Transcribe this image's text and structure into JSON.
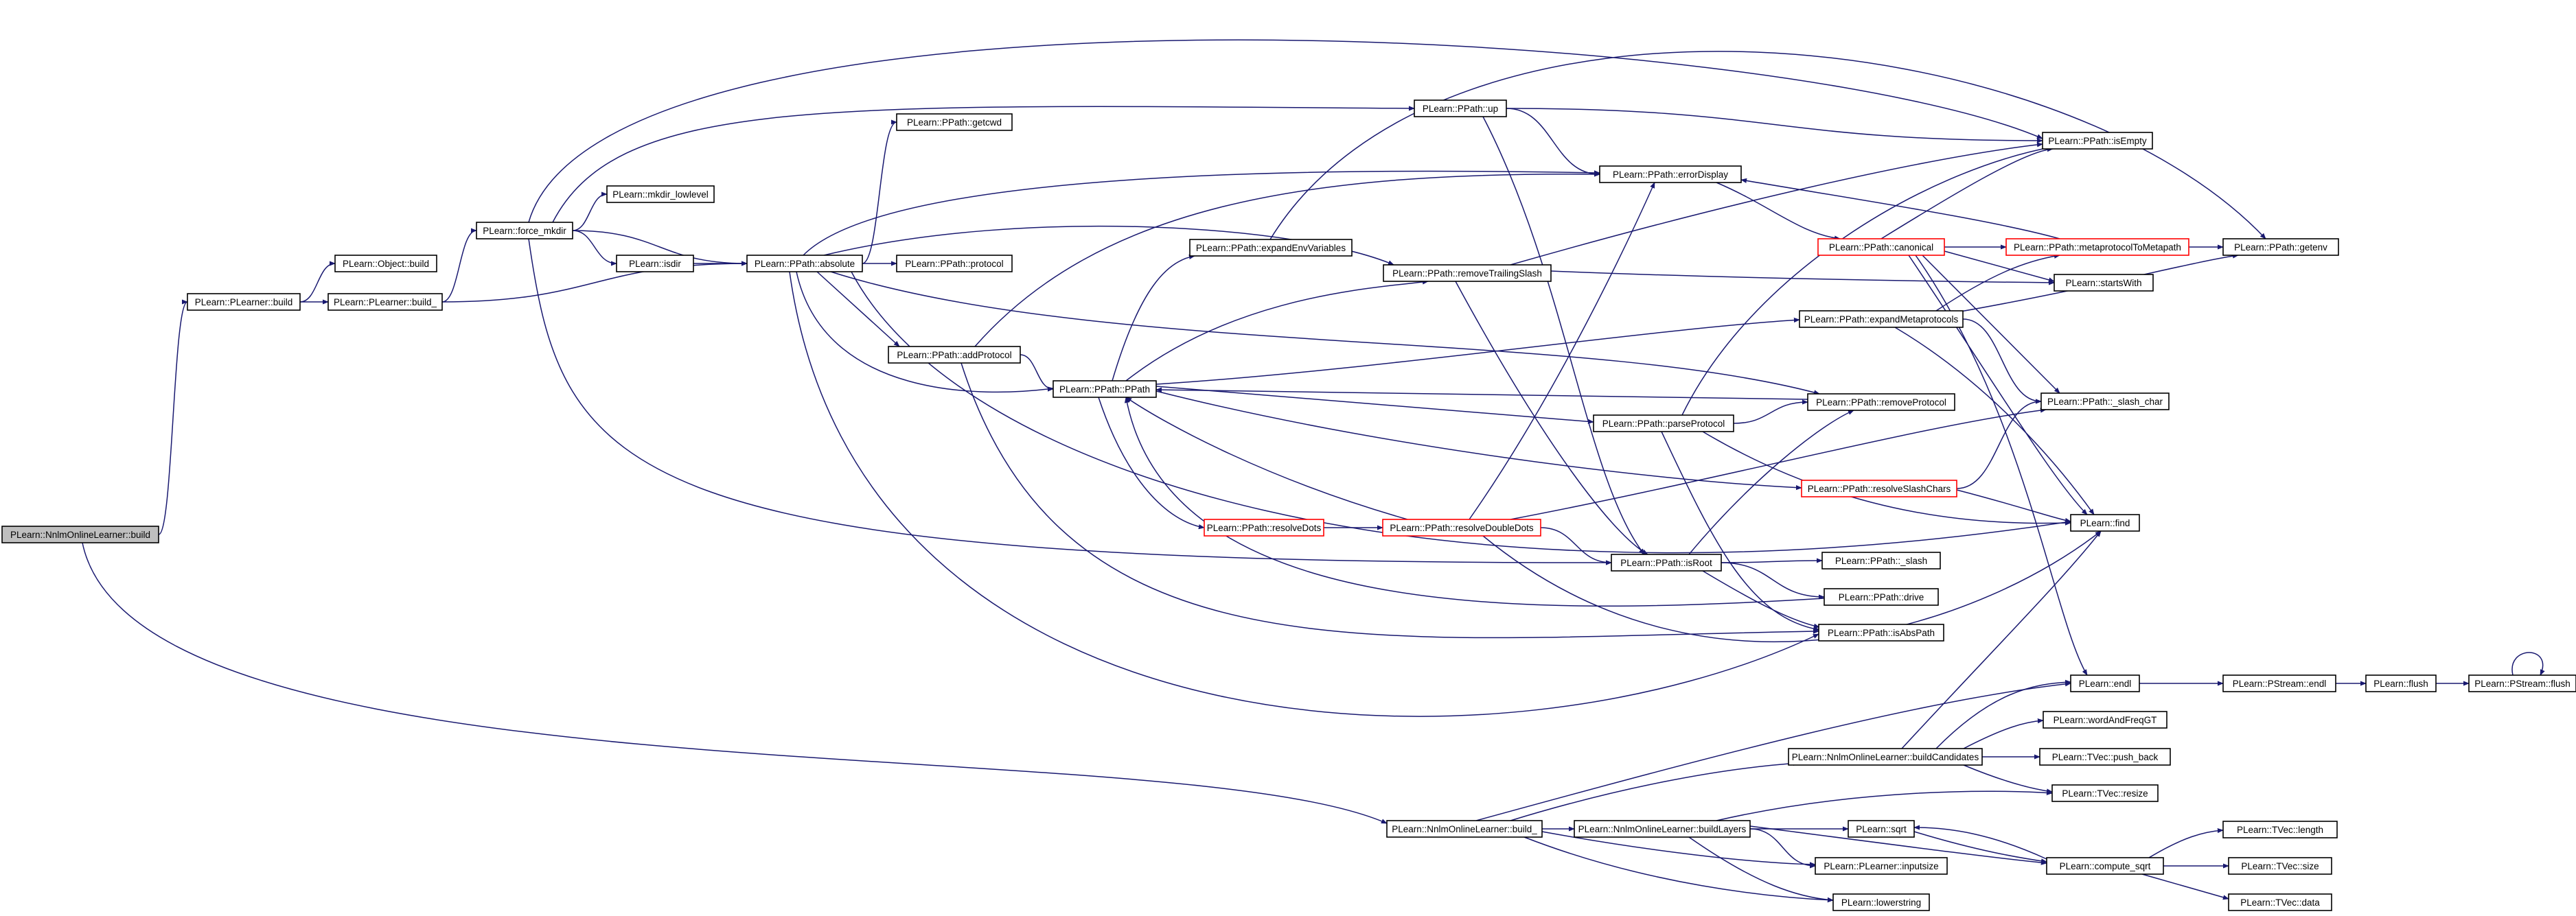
{
  "diagram": {
    "type": "call-graph",
    "colors": {
      "edge": "#191970",
      "node_border": "#000000",
      "truncated_border": "#ff0000",
      "root_fill": "#bfbfbf",
      "background": "#ffffff"
    },
    "nodes": [
      {
        "id": "nnlm_build",
        "label": "PLearn::NnlmOnlineLearner::build",
        "root": true
      },
      {
        "id": "plearner_build",
        "label": "PLearn::PLearner::build"
      },
      {
        "id": "object_build",
        "label": "PLearn::Object::build"
      },
      {
        "id": "plearner_build_",
        "label": "PLearn::PLearner::build_"
      },
      {
        "id": "force_mkdir",
        "label": "PLearn::force_mkdir"
      },
      {
        "id": "mkdir_lowlevel",
        "label": "PLearn::mkdir_lowlevel"
      },
      {
        "id": "isdir",
        "label": "PLearn::isdir"
      },
      {
        "id": "absolute",
        "label": "PLearn::PPath::absolute"
      },
      {
        "id": "getcwd",
        "label": "PLearn::PPath::getcwd"
      },
      {
        "id": "protocol",
        "label": "PLearn::PPath::protocol"
      },
      {
        "id": "addProtocol",
        "label": "PLearn::PPath::addProtocol"
      },
      {
        "id": "ppath_ctor",
        "label": "PLearn::PPath::PPath"
      },
      {
        "id": "expandEnvVariables",
        "label": "PLearn::PPath::expandEnvVariables"
      },
      {
        "id": "up",
        "label": "PLearn::PPath::up"
      },
      {
        "id": "errorDisplay",
        "label": "PLearn::PPath::errorDisplay"
      },
      {
        "id": "removeTrailingSlash",
        "label": "PLearn::PPath::removeTrailingSlash"
      },
      {
        "id": "parseProtocol",
        "label": "PLearn::PPath::parseProtocol"
      },
      {
        "id": "resolveDots",
        "label": "PLearn::PPath::resolveDots",
        "truncated": true
      },
      {
        "id": "resolveDoubleDots",
        "label": "PLearn::PPath::resolveDoubleDots",
        "truncated": true
      },
      {
        "id": "isRoot",
        "label": "PLearn::PPath::isRoot"
      },
      {
        "id": "isEmpty",
        "label": "PLearn::PPath::isEmpty"
      },
      {
        "id": "canonical",
        "label": "PLearn::PPath::canonical",
        "truncated": true
      },
      {
        "id": "expandMetaprotocols",
        "label": "PLearn::PPath::expandMetaprotocols"
      },
      {
        "id": "removeProtocol",
        "label": "PLearn::PPath::removeProtocol"
      },
      {
        "id": "resolveSlashChars",
        "label": "PLearn::PPath::resolveSlashChars",
        "truncated": true
      },
      {
        "id": "slash",
        "label": "PLearn::PPath::_slash"
      },
      {
        "id": "drive",
        "label": "PLearn::PPath::drive"
      },
      {
        "id": "isAbsPath",
        "label": "PLearn::PPath::isAbsPath"
      },
      {
        "id": "metaprotocolToMetapath",
        "label": "PLearn::PPath::metaprotocolToMetapath",
        "truncated": true
      },
      {
        "id": "getenv",
        "label": "PLearn::PPath::getenv"
      },
      {
        "id": "startsWith",
        "label": "PLearn::startsWith"
      },
      {
        "id": "slash_char",
        "label": "PLearn::PPath::_slash_char"
      },
      {
        "id": "find",
        "label": "PLearn::find"
      },
      {
        "id": "endl",
        "label": "PLearn::endl"
      },
      {
        "id": "pstream_endl",
        "label": "PLearn::PStream::endl"
      },
      {
        "id": "flush",
        "label": "PLearn::flush"
      },
      {
        "id": "pstream_flush",
        "label": "PLearn::PStream::flush"
      },
      {
        "id": "wordAndFreqGT",
        "label": "PLearn::wordAndFreqGT"
      },
      {
        "id": "buildCandidates",
        "label": "PLearn::NnlmOnlineLearner::buildCandidates"
      },
      {
        "id": "push_back",
        "label": "PLearn::TVec::push_back"
      },
      {
        "id": "resize",
        "label": "PLearn::TVec::resize"
      },
      {
        "id": "nnlm_build_",
        "label": "PLearn::NnlmOnlineLearner::build_"
      },
      {
        "id": "buildLayers",
        "label": "PLearn::NnlmOnlineLearner::buildLayers"
      },
      {
        "id": "sqrt",
        "label": "PLearn::sqrt"
      },
      {
        "id": "inputsize",
        "label": "PLearn::PLearner::inputsize"
      },
      {
        "id": "lowerstring",
        "label": "PLearn::lowerstring"
      },
      {
        "id": "compute_sqrt",
        "label": "PLearn::compute_sqrt"
      },
      {
        "id": "length",
        "label": "PLearn::TVec::length"
      },
      {
        "id": "size",
        "label": "PLearn::TVec::size"
      },
      {
        "id": "data",
        "label": "PLearn::TVec::data"
      }
    ],
    "edges": [
      [
        "nnlm_build",
        "plearner_build"
      ],
      [
        "nnlm_build",
        "nnlm_build_"
      ],
      [
        "plearner_build",
        "object_build"
      ],
      [
        "plearner_build",
        "plearner_build_"
      ],
      [
        "plearner_build_",
        "force_mkdir"
      ],
      [
        "plearner_build_",
        "absolute"
      ],
      [
        "force_mkdir",
        "mkdir_lowlevel"
      ],
      [
        "force_mkdir",
        "isdir"
      ],
      [
        "force_mkdir",
        "absolute"
      ],
      [
        "force_mkdir",
        "isEmpty"
      ],
      [
        "force_mkdir",
        "isRoot"
      ],
      [
        "force_mkdir",
        "up"
      ],
      [
        "isdir",
        "absolute"
      ],
      [
        "absolute",
        "getcwd"
      ],
      [
        "absolute",
        "protocol"
      ],
      [
        "absolute",
        "addProtocol"
      ],
      [
        "absolute",
        "ppath_ctor"
      ],
      [
        "absolute",
        "removeTrailingSlash"
      ],
      [
        "absolute",
        "errorDisplay"
      ],
      [
        "absolute",
        "isAbsPath"
      ],
      [
        "absolute",
        "removeProtocol"
      ],
      [
        "absolute",
        "find"
      ],
      [
        "addProtocol",
        "ppath_ctor"
      ],
      [
        "addProtocol",
        "errorDisplay"
      ],
      [
        "addProtocol",
        "isAbsPath"
      ],
      [
        "ppath_ctor",
        "expandEnvVariables"
      ],
      [
        "ppath_ctor",
        "parseProtocol"
      ],
      [
        "ppath_ctor",
        "resolveDots"
      ],
      [
        "ppath_ctor",
        "resolveSlashChars"
      ],
      [
        "ppath_ctor",
        "expandMetaprotocols"
      ],
      [
        "ppath_ctor",
        "removeTrailingSlash"
      ],
      [
        "expandEnvVariables",
        "getenv"
      ],
      [
        "up",
        "isEmpty"
      ],
      [
        "up",
        "errorDisplay"
      ],
      [
        "up",
        "isRoot"
      ],
      [
        "errorDisplay",
        "canonical"
      ],
      [
        "canonical",
        "isEmpty"
      ],
      [
        "canonical",
        "metaprotocolToMetapath"
      ],
      [
        "canonical",
        "startsWith"
      ],
      [
        "canonical",
        "slash_char"
      ],
      [
        "canonical",
        "endl"
      ],
      [
        "canonical",
        "find"
      ],
      [
        "metaprotocolToMetapath",
        "errorDisplay"
      ],
      [
        "metaprotocolToMetapath",
        "getenv"
      ],
      [
        "removeTrailingSlash",
        "isEmpty"
      ],
      [
        "removeTrailingSlash",
        "isRoot"
      ],
      [
        "removeTrailingSlash",
        "startsWith"
      ],
      [
        "expandMetaprotocols",
        "metaprotocolToMetapath"
      ],
      [
        "expandMetaprotocols",
        "getenv"
      ],
      [
        "expandMetaprotocols",
        "slash_char"
      ],
      [
        "expandMetaprotocols",
        "find"
      ],
      [
        "removeProtocol",
        "ppath_ctor"
      ],
      [
        "parseProtocol",
        "removeProtocol"
      ],
      [
        "parseProtocol",
        "isEmpty"
      ],
      [
        "parseProtocol",
        "isAbsPath"
      ],
      [
        "parseProtocol",
        "find"
      ],
      [
        "resolveSlashChars",
        "slash_char"
      ],
      [
        "resolveSlashChars",
        "find"
      ],
      [
        "resolveDots",
        "resolveDoubleDots"
      ],
      [
        "resolveDoubleDots",
        "ppath_ctor"
      ],
      [
        "resolveDoubleDots",
        "isRoot"
      ],
      [
        "resolveDoubleDots",
        "errorDisplay"
      ],
      [
        "resolveDoubleDots",
        "slash_char"
      ],
      [
        "resolveDoubleDots",
        "find"
      ],
      [
        "isRoot",
        "removeProtocol"
      ],
      [
        "isRoot",
        "slash"
      ],
      [
        "isRoot",
        "drive"
      ],
      [
        "isRoot",
        "isAbsPath"
      ],
      [
        "drive",
        "ppath_ctor"
      ],
      [
        "endl",
        "pstream_endl"
      ],
      [
        "pstream_endl",
        "flush"
      ],
      [
        "flush",
        "pstream_flush"
      ],
      [
        "pstream_flush",
        "pstream_flush"
      ],
      [
        "nnlm_build_",
        "endl"
      ],
      [
        "nnlm_build_",
        "buildLayers"
      ],
      [
        "nnlm_build_",
        "buildCandidates"
      ],
      [
        "nnlm_build_",
        "inputsize"
      ],
      [
        "nnlm_build_",
        "lowerstring"
      ],
      [
        "buildCandidates",
        "endl"
      ],
      [
        "buildCandidates",
        "wordAndFreqGT"
      ],
      [
        "buildCandidates",
        "push_back"
      ],
      [
        "buildCandidates",
        "resize"
      ],
      [
        "buildCandidates",
        "find"
      ],
      [
        "buildLayers",
        "sqrt"
      ],
      [
        "buildLayers",
        "inputsize"
      ],
      [
        "buildLayers",
        "resize"
      ],
      [
        "buildLayers",
        "lowerstring"
      ],
      [
        "buildLayers",
        "compute_sqrt"
      ],
      [
        "sqrt",
        "compute_sqrt"
      ],
      [
        "compute_sqrt",
        "length"
      ],
      [
        "compute_sqrt",
        "size"
      ],
      [
        "compute_sqrt",
        "data"
      ],
      [
        "compute_sqrt",
        "sqrt"
      ]
    ]
  }
}
